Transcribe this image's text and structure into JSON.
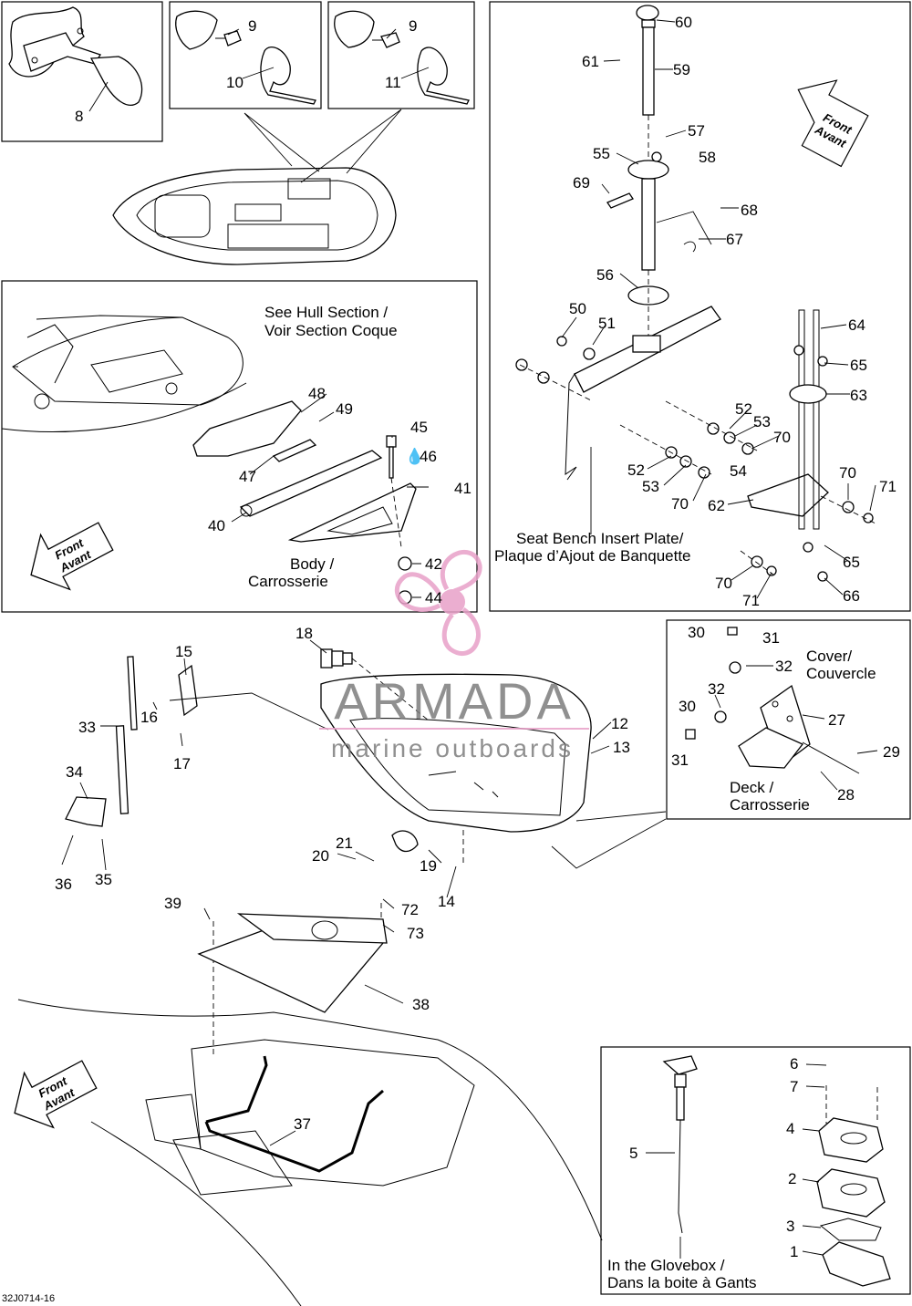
{
  "callouts": {
    "n1": "1",
    "n2": "2",
    "n3": "3",
    "n4": "4",
    "n5": "5",
    "n6": "6",
    "n7": "7",
    "n8": "8",
    "n9a": "9",
    "n9b": "9",
    "n10": "10",
    "n11": "11",
    "n12": "12",
    "n13": "13",
    "n14": "14",
    "n15": "15",
    "n16": "16",
    "n17": "17",
    "n18": "18",
    "n19": "19",
    "n20": "20",
    "n21": "21",
    "n27": "27",
    "n28": "28",
    "n29": "29",
    "n30a": "30",
    "n30b": "30",
    "n31a": "31",
    "n31b": "31",
    "n32a": "32",
    "n32b": "32",
    "n33": "33",
    "n34": "34",
    "n35": "35",
    "n36": "36",
    "n37": "37",
    "n38": "38",
    "n39": "39",
    "n40": "40",
    "n41": "41",
    "n42": "42",
    "n44": "44",
    "n45": "45",
    "n46": "46",
    "n47": "47",
    "n48": "48",
    "n49": "49",
    "n50": "50",
    "n51": "51",
    "n52a": "52",
    "n52b": "52",
    "n53a": "53",
    "n53b": "53",
    "n54": "54",
    "n55": "55",
    "n56": "56",
    "n57": "57",
    "n58": "58",
    "n59": "59",
    "n60": "60",
    "n61": "61",
    "n62": "62",
    "n63": "63",
    "n64": "64",
    "n65a": "65",
    "n65b": "65",
    "n66": "66",
    "n67": "67",
    "n68": "68",
    "n69": "69",
    "n70a": "70",
    "n70b": "70",
    "n70c": "70",
    "n70d": "70",
    "n71a": "71",
    "n71b": "71",
    "n72": "72",
    "n73": "73"
  },
  "captions": {
    "hull_1": "See Hull Section /",
    "hull_2": "Voir Section Coque",
    "body_1": "Body /",
    "body_2": "Carrosserie",
    "seat_1": "Seat Bench Insert Plate/",
    "seat_2": "Plaque d’Ajout de Banquette",
    "cover_1": "Cover/",
    "cover_2": "Couvercle",
    "deck_1": "Deck /",
    "deck_2": "Carrosserie",
    "glove_1": "In the Glovebox /",
    "glove_2": "Dans la boite à Gants"
  },
  "front_arrow": {
    "line1": "Front",
    "line2": "Avant"
  },
  "diagram_code": "32J0714-16",
  "watermark": {
    "brand": "ARMADA",
    "tagline": "marine outboards",
    "color": "#e8a0c8"
  }
}
